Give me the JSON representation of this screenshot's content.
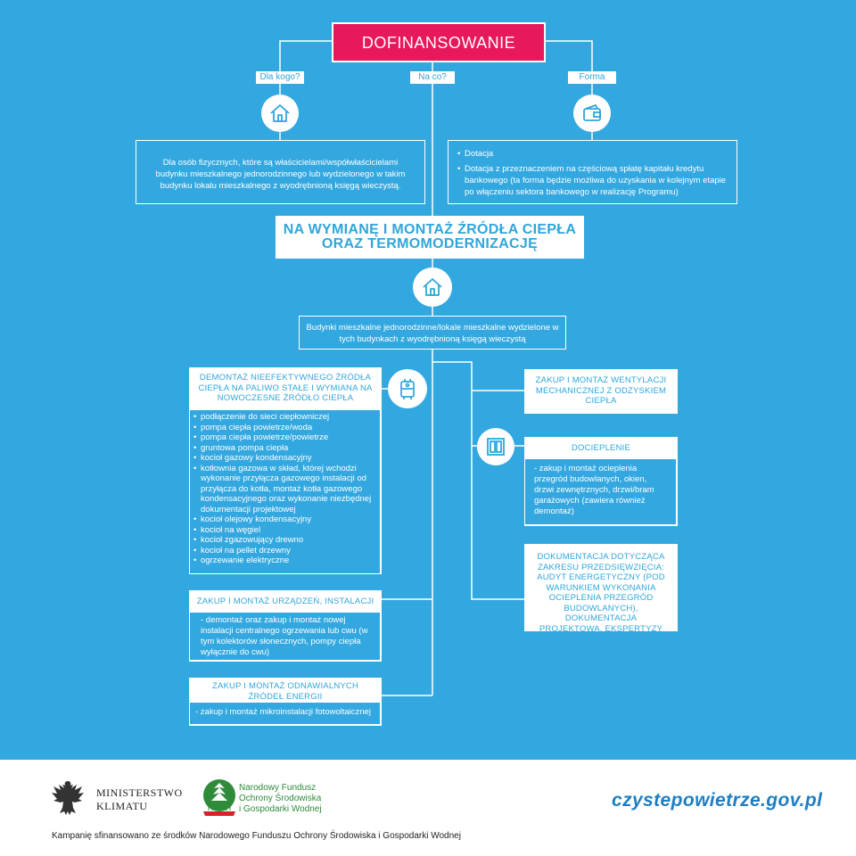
{
  "header": {
    "title": "DOFINANSOWANIE"
  },
  "questions": {
    "who": "Dla kogo?",
    "what": "Na co?",
    "form": "Forma"
  },
  "who_box": {
    "text": "Dla osób fizycznych, które są właścicielami/współwłaścicielami budynku mieszkalnego jednorodzinnego lub wydzielonego w takim budynku lokalu mieszkalnego z wyodrębnioną księgą wieczystą."
  },
  "form_box": {
    "items": [
      "Dotacja",
      "Dotacja z przeznaczeniem na częściową spłatę kapitału kredytu bankowego (ta forma będzie możliwa do uzyskania w kolejnym etapie po włączeniu sektora bankowego w realizację Programu)"
    ]
  },
  "main_title": {
    "line1": "NA WYMIANĘ I MONTAŻ ŹRÓDŁA CIEPŁA",
    "line2": "ORAZ TERMOMODERNIZACJĘ"
  },
  "buildings_box": {
    "text": "Budynki mieszkalne jednorodzinne/lokale mieszkalne wydzielone w tych budynkach z wyodrębnioną księgą wieczystą"
  },
  "left": {
    "demontaz": {
      "title": "DEMONTAŻ NIEEFEKTYWNEGO ŹRÓDŁA CIEPŁA NA PALIWO STAŁE I WYMIANA NA NOWOCZESNE ŹRÓDŁO CIEPŁA",
      "items": [
        "podłączenie do sieci ciepłowniczej",
        "pompa ciepła powietrze/woda",
        "pompa ciepła powietrze/powietrze",
        "gruntowa pompa ciepła",
        "kocioł gazowy kondensacyjny",
        "kotłownia gazowa w skład, której wchodzi wykonanie przyłącza gazowego instalacji od przyłącza do kotła, montaż kotła gazowego kondensacyjnego oraz wykonanie niezbędnej dokumentacji projektowej",
        "kocioł olejowy kondensacyjny",
        "kocioł na węgiel",
        "kocioł zgazowujący drewno",
        "kocioł na pellet drzewny",
        "ogrzewanie elektryczne"
      ]
    },
    "urzadzenia": {
      "title": "ZAKUP I MONTAŻ URZĄDZEŃ, INSTALACJI",
      "text": "- demontaż oraz zakup i montaż nowej instalacji centralnego ogrzewania lub cwu (w tym kolektorów słonecznych, pompy ciepła wyłącznie do cwu)"
    },
    "oze": {
      "title": "ZAKUP I MONTAŻ ODNAWIALNYCH ŹRÓDEŁ ENERGII",
      "text": "- zakup i montaż mikroinstalacji fotowoltaicznej"
    }
  },
  "right": {
    "wentylacja": {
      "title": "ZAKUP I MONTAŻ WENTYLACJI MECHANICZNEJ Z ODZYSKIEM CIEPŁA"
    },
    "docieplenie": {
      "title": "DOCIEPLENIE",
      "text": "- zakup i montaż ocieplenia przegród budowlanych, okien, drzwi zewnętrznych, drzwi/bram garażowych (zawiera również demontaż)"
    },
    "dokumentacja": {
      "title": "DOKUMENTACJA DOTYCZĄCA ZAKRESU PRZEDSIĘWZIĘCIA: AUDYT ENERGETYCZNY (POD WARUNKIEM WYKONANIA OCIEPLENIA PRZEGRÓD BUDOWLANYCH), DOKUMENTACJA PROJEKTOWA, EKSPERTYZY"
    }
  },
  "icons": {
    "who": "house-icon",
    "form": "wallet-icon",
    "buildings": "house-icon",
    "heater": "boiler-icon",
    "window": "window-icon"
  },
  "footer": {
    "ministry_line1": "MINISTERSTWO",
    "ministry_line2": "KLIMATU",
    "fund_line1": "Narodowy Fundusz",
    "fund_line2": "Ochrony Środowiska",
    "fund_line3": "i Gospodarki Wodnej",
    "website": "czystepowietrze.gov.pl",
    "funding_note": "Kampanię sfinansowano ze środków Narodowego Funduszu Ochrony Środowiska i Gospodarki Wodnej"
  },
  "colors": {
    "background": "#33a8e0",
    "accent": "#e8185c",
    "text_blue": "#2fa6dd",
    "website_blue": "#1f7ec1",
    "fund_green": "#2e8b3a",
    "fund_red": "#d2232a"
  }
}
